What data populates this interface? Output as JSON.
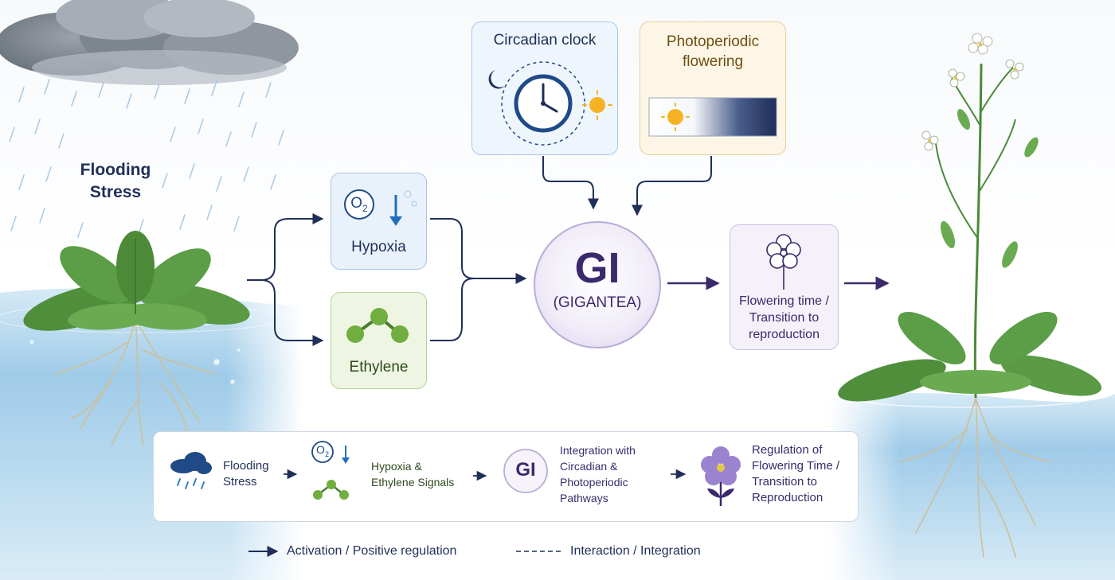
{
  "labels": {
    "flooding_stress": [
      "Flooding",
      "Stress"
    ],
    "circadian_clock": "Circadian clock",
    "photoperiodic_flowering": [
      "Photoperiodic",
      "flowering"
    ],
    "hypoxia": "Hypoxia",
    "ethylene": "Ethylene",
    "gi_abbr": "GI",
    "gi_full": "(GIGANTEA)",
    "flowering_time": [
      "Flowering time /",
      "Transition to",
      "reproduction"
    ],
    "o2_symbol": "O",
    "o2_sub": "2"
  },
  "summary": {
    "flooding": [
      "Flooding",
      "Stress"
    ],
    "signals": [
      "Hypoxia &",
      "Ethylene Signals"
    ],
    "gi": "GI",
    "integration": [
      "Integration with",
      "Circadian &",
      "Photoperiodic",
      "Pathways"
    ],
    "regulation": [
      "Regulation of",
      "Flowering Time /",
      "Transition to",
      "Reproduction"
    ]
  },
  "legend": {
    "activation": "Activation / Positive regulation",
    "interaction": "Interaction / Integration"
  },
  "colors": {
    "navy": "#1f2f57",
    "gi_purple": "#3a2a6b",
    "water": "#8ec3e4",
    "leaf": "#4f8f3c",
    "circadian_border": "#a9c7ea",
    "photoperiod_border": "#e8cf96"
  }
}
